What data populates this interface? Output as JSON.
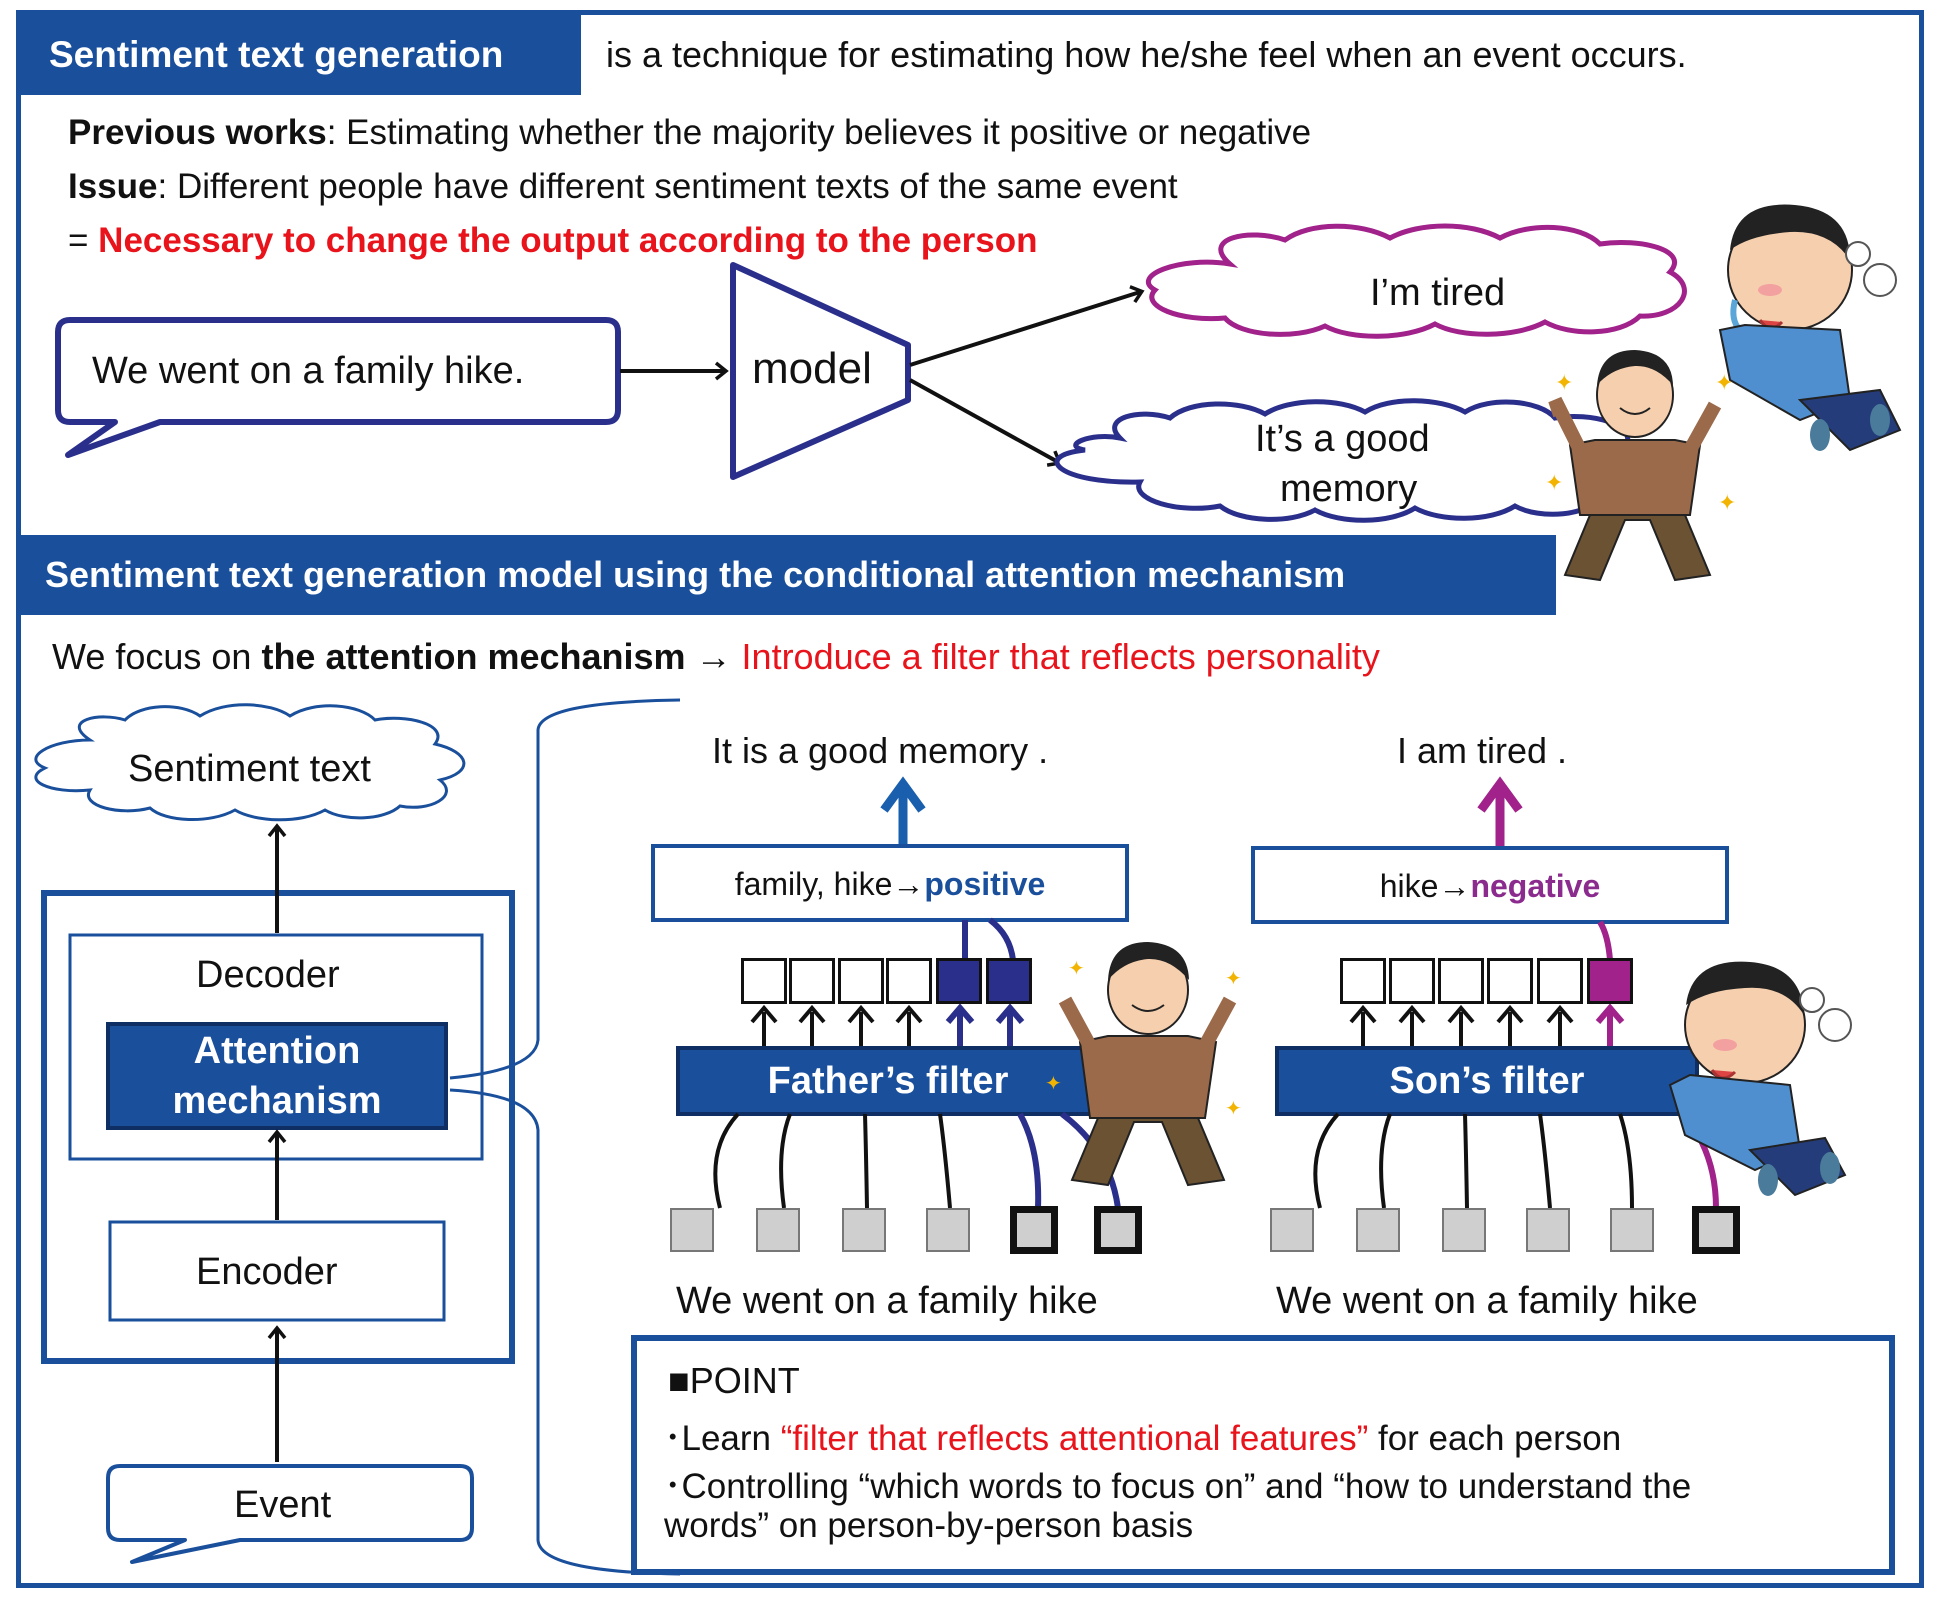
{
  "header1": {
    "title": "Sentiment text generation",
    "subtitle": "is a technique for estimating how he/she feel when an event occurs."
  },
  "intro": {
    "previous_label": "Previous works",
    "previous_text": ": Estimating whether the majority believes it positive or negative",
    "issue_label": "Issue",
    "issue_text": ": Different people have different sentiment texts of the same event",
    "eq_prefix": "= ",
    "necessary_text": "Necessary to change the output according to the person"
  },
  "example": {
    "input": "We went on a family hike.",
    "model": "model",
    "output1": "I’m tired",
    "output2_line1": "It’s a good",
    "output2_line2": "memory"
  },
  "header2": {
    "title": "Sentiment text generation model using the conditional attention mechanism"
  },
  "focus": {
    "prefix": "We focus on ",
    "bold": "the attention mechanism",
    "arrow": " → ",
    "red": "Introduce a filter that reflects personality"
  },
  "architecture": {
    "sentiment_text": "Sentiment text",
    "decoder": "Decoder",
    "attention_line1": "Attention",
    "attention_line2": "mechanism",
    "encoder": "Encoder",
    "event": "Event"
  },
  "father": {
    "output": "It is a good memory .",
    "filter_label_prefix": "family, hike→",
    "filter_label_emph": "positive",
    "filter_name": "Father’s filter",
    "input_sentence": "We went on a family hike"
  },
  "son": {
    "output": "I am tired .",
    "filter_label_prefix": "hike→",
    "filter_label_emph": "negative",
    "filter_name": "Son’s filter",
    "input_sentence": "We went on a family hike"
  },
  "point": {
    "title": "■POINT",
    "line1_prefix": "･Learn ",
    "line1_red": "“filter that reflects attentional features”",
    "line1_suffix": " for each person",
    "line2": "･Controlling “which words to focus on” and “how to understand the",
    "line3": "words” on person-by-person basis"
  },
  "colors": {
    "navy": "#1a4f9c",
    "dark_navy": "#2b2f8c",
    "magenta": "#a0228a",
    "red": "#e8131b"
  }
}
